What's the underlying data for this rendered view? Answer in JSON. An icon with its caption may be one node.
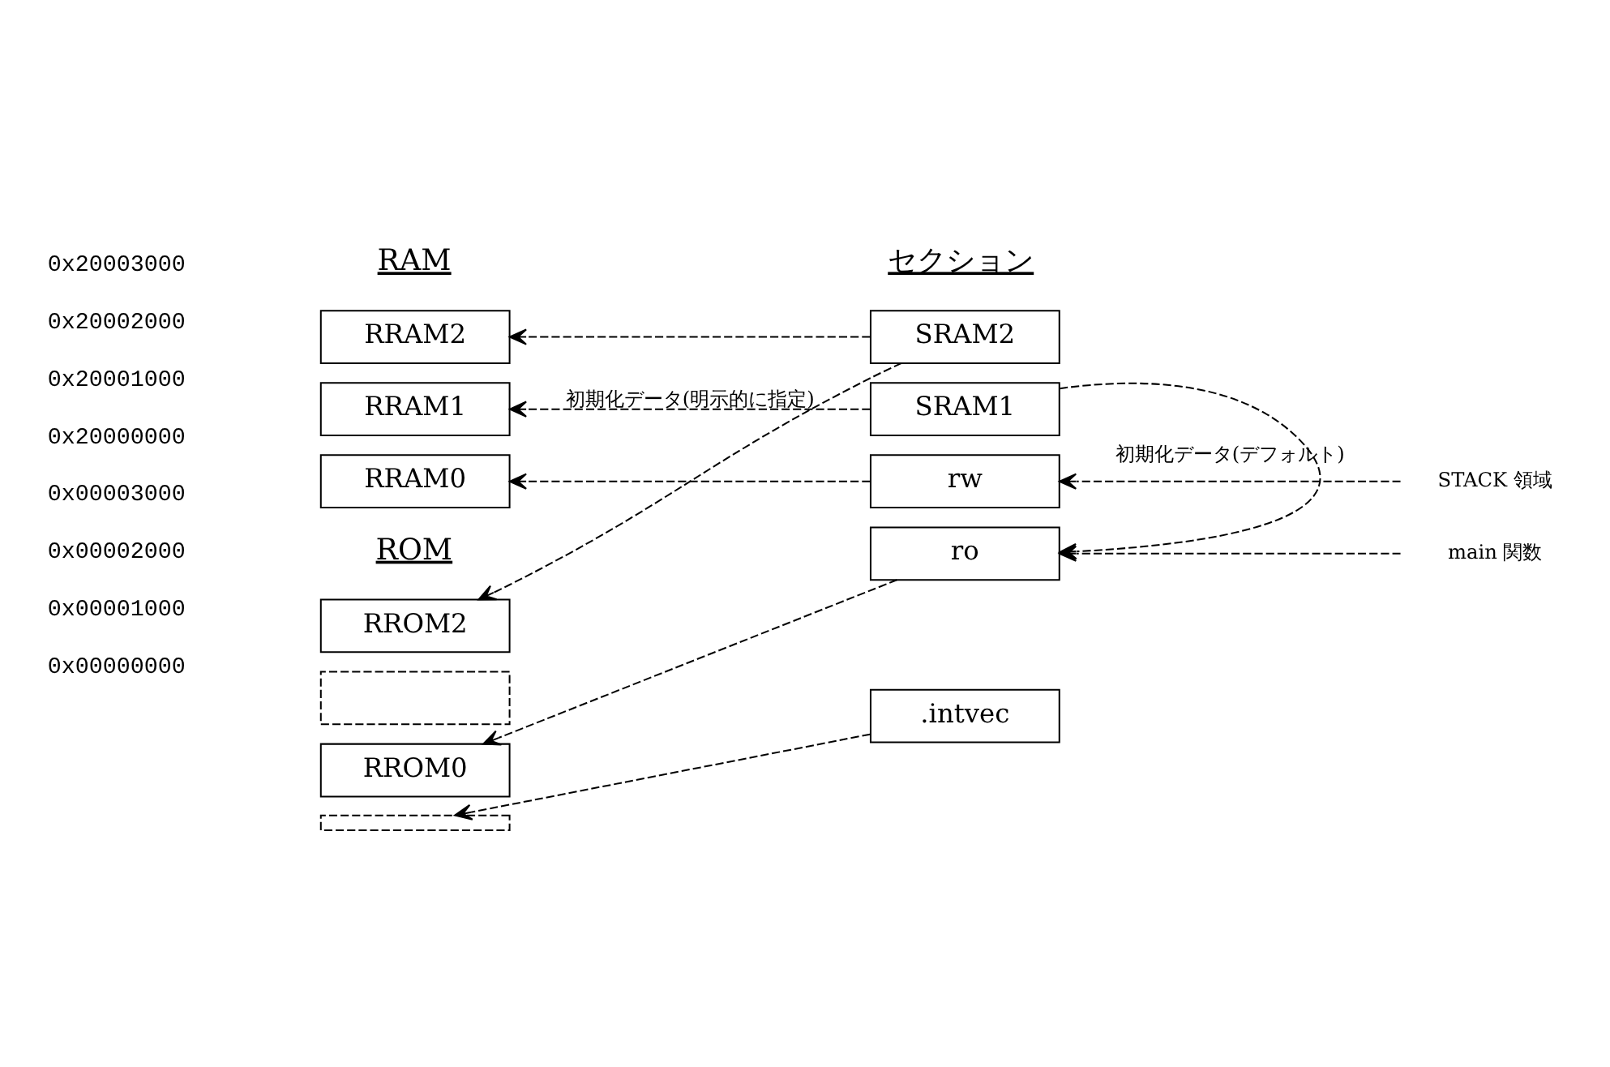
{
  "diagram": {
    "nodes": [
      {
        "text": [
          "RRAM2"
        ]
      },
      {
        "text": [
          "RRAM1"
        ]
      },
      {
        "text": [
          "RRAM0"
        ]
      },
      {
        "text": [
          "RROM2"
        ]
      },
      {
        "text": [],
        "shape": "box"
      },
      {
        "text": [
          "RROM0"
        ]
      },
      {
        "text": [],
        "shape": "box"
      },
      {
        "text": [
          "SRAM2"
        ]
      },
      {
        "text": [
          "SRAM1"
        ]
      },
      {
        "text": [
          "rw"
        ]
      },
      {
        "text": [
          "ro"
        ]
      },
      {
        "text": [
          ".intvec"
        ]
      },
      {
        "text": [
          "STACK 領域"
        ]
      },
      {
        "text": [
          "main 関数"
        ]
      }
    ],
    "edges": [
      {
        "from": 7,
        "to": 0,
        "arrow": "to",
        "style": "dashed"
      },
      {
        "from": 8,
        "to": 1,
        "arrow": "to",
        "style": "dashed"
      },
      {
        "from": 9,
        "to": 2,
        "arrow": "to",
        "style": "dashed"
      },
      {
        "from": 7,
        "to": 3,
        "arrow": "to",
        "style": "dashed",
        "label": "初期化データ(明示的に指定)"
      },
      {
        "from": 8,
        "to": 10,
        "arrow": "to",
        "style": "dashed",
        "label": "初期化データ(デフォルト)"
      },
      {
        "from": 12,
        "to": 9,
        "arrow": "to",
        "style": "dashed"
      },
      {
        "from": 10,
        "to": 5,
        "arrow": "to",
        "style": "dashed"
      },
      {
        "from": 13,
        "to": 10,
        "arrow": "to",
        "style": "dashed"
      },
      {
        "from": 11,
        "to": 6,
        "arrow": "to",
        "style": "dashed"
      }
    ],
    "labels": [
      "RAM",
      "セクション",
      "0x20003000",
      "0x20002000",
      "0x20001000",
      "0x20000000",
      "ROM",
      "0x00003000",
      "0x00002000",
      "0x00001000",
      "0x00000000"
    ]
  }
}
